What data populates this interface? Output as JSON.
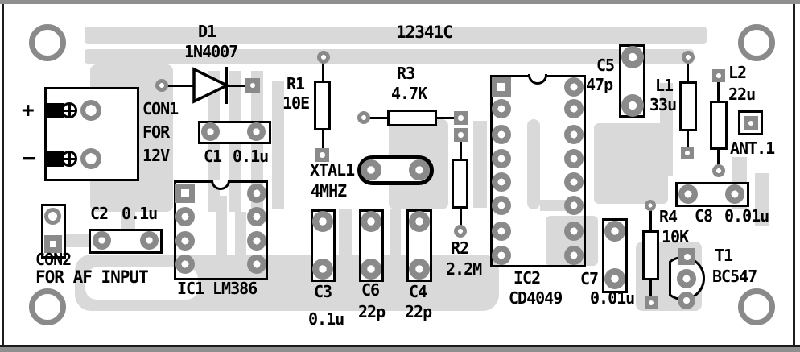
{
  "board": {
    "id_text": "12341C",
    "colors": {
      "trace": "#d9d9d9",
      "pad": "#8a8a8a",
      "silkscreen": "#000000",
      "background": "#ffffff"
    }
  },
  "components": {
    "con1": {
      "ref": "CON1",
      "desc_line1": "FOR",
      "desc_line2": "12V",
      "plus": "+",
      "minus": "−"
    },
    "con2": {
      "ref": "CON2",
      "desc": "FOR AF INPUT"
    },
    "d1": {
      "ref": "D1",
      "value": "1N4007"
    },
    "c1": {
      "ref": "C1",
      "value": "0.1u"
    },
    "c2": {
      "ref": "C2",
      "value": "0.1u"
    },
    "c3": {
      "ref": "C3",
      "value": "0.1u"
    },
    "c4": {
      "ref": "C4",
      "value": "22p"
    },
    "c5": {
      "ref": "C5",
      "value": "47p"
    },
    "c6": {
      "ref": "C6",
      "value": "22p"
    },
    "c7": {
      "ref": "C7",
      "value": "0.01u"
    },
    "c8": {
      "ref": "C8",
      "value": "0.01u"
    },
    "r1": {
      "ref": "R1",
      "value": "10E"
    },
    "r2": {
      "ref": "R2",
      "value": "2.2M"
    },
    "r3": {
      "ref": "R3",
      "value": "4.7K"
    },
    "r4": {
      "ref": "R4",
      "value": "10K"
    },
    "l1": {
      "ref": "L1",
      "value": "33u"
    },
    "l2": {
      "ref": "L2",
      "value": "22u"
    },
    "xtal1": {
      "ref": "XTAL1",
      "value": "4MHZ"
    },
    "ic1": {
      "ref": "IC1",
      "value": "LM386"
    },
    "ic2": {
      "ref": "IC2",
      "value": "CD4049"
    },
    "t1": {
      "ref": "T1",
      "value": "BC547"
    },
    "ant1": {
      "ref": "ANT.1"
    }
  }
}
